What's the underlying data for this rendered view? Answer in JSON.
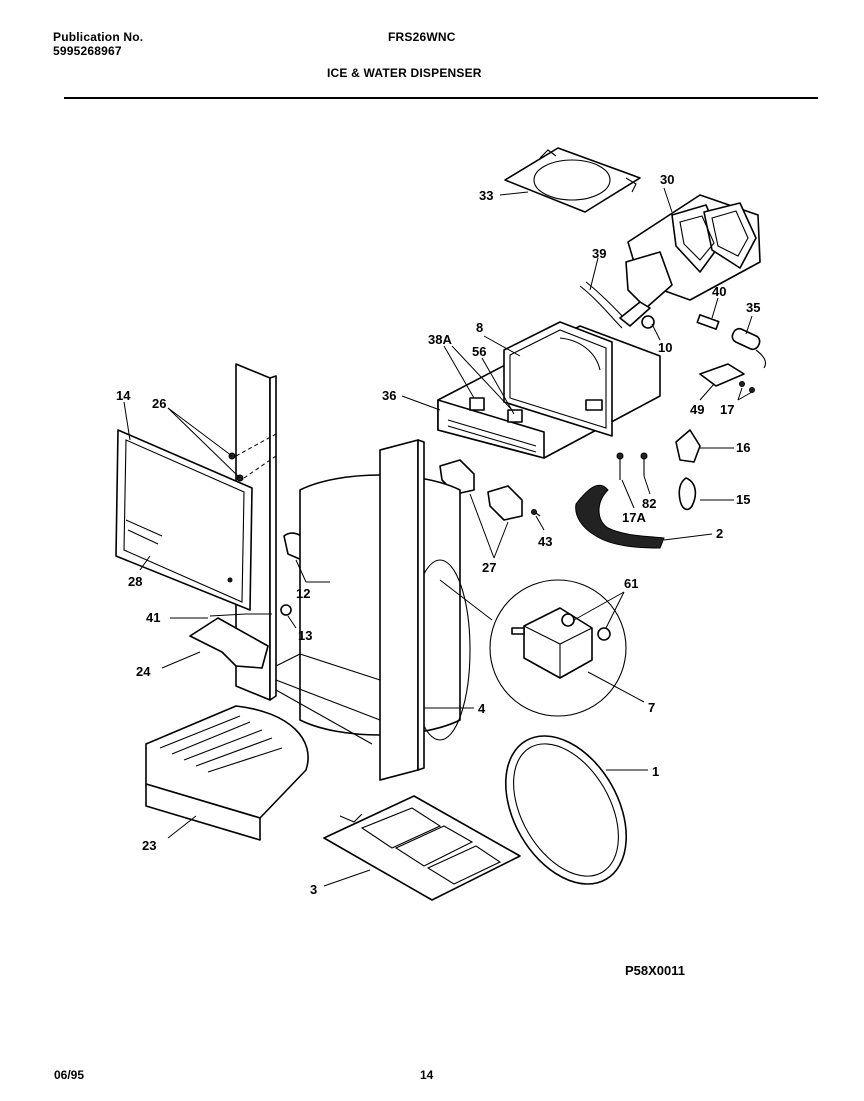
{
  "header": {
    "publication_label": "Publication No.",
    "publication_number": "5995268967",
    "model": "FRS26WNC",
    "title": "ICE & WATER DISPENSER"
  },
  "diagram": {
    "part_labels": {
      "p33": "33",
      "p30": "30",
      "p39": "39",
      "p40": "40",
      "p35": "35",
      "p8": "8",
      "p38a": "38A",
      "p56": "56",
      "p10": "10",
      "p36": "36",
      "p14": "14",
      "p26": "26",
      "p49": "49",
      "p17": "17",
      "p16": "16",
      "p15": "15",
      "p82": "82",
      "p17a": "17A",
      "p2": "2",
      "p43": "43",
      "p27": "27",
      "p28": "28",
      "p12": "12",
      "p61": "61",
      "p41": "41",
      "p13": "13",
      "p24": "24",
      "p7": "7",
      "p4": "4",
      "p1": "1",
      "p23": "23",
      "p3": "3"
    },
    "drawing_code": "P58X0011"
  },
  "footer": {
    "date": "06/95",
    "page": "14"
  }
}
